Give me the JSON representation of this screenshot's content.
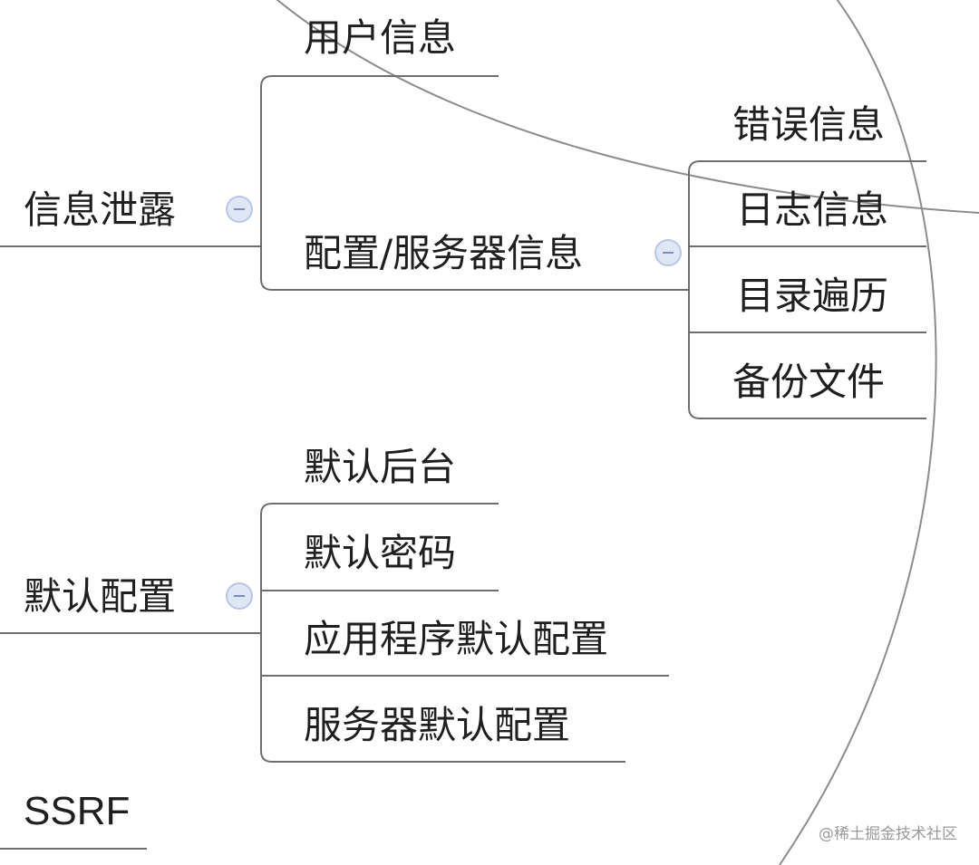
{
  "mindmap": {
    "info_leak": {
      "label": "信息泄露",
      "children": {
        "user_info": "用户信息",
        "config_server_info": {
          "label": "配置/服务器信息",
          "children": {
            "error_info": "错误信息",
            "log_info": "日志信息",
            "dir_traversal": "目录遍历",
            "backup_files": "备份文件"
          }
        }
      }
    },
    "default_config": {
      "label": "默认配置",
      "children": {
        "default_admin": "默认后台",
        "default_password": "默认密码",
        "app_default_config": "应用程序默认配置",
        "server_default_config": "服务器默认配置"
      }
    },
    "ssrf": {
      "label": "SSRF"
    }
  },
  "watermark": "@稀土掘金技术社区",
  "colors": {
    "line": "#6e6e6e",
    "arc": "#8c8c8c",
    "text": "#1f1f1f",
    "collapse_fill": "#dfe6f5",
    "collapse_border": "#b9c6e4"
  },
  "icons": {
    "collapse": "collapse-minus-icon"
  }
}
